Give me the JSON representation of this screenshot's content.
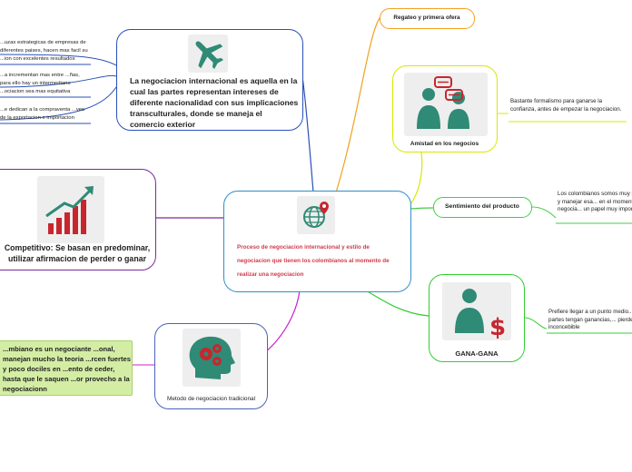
{
  "central": {
    "text": "Proceso de negociacion internacional y estilo de negociacion que tienen los colombianos al momento de realizar una negociacion",
    "icon": "globe-location-icon"
  },
  "topics": {
    "intro": {
      "text": "La negociacion internacional es aquella en la cual las partes representan intereses de diferente nacionalidad con sus implicaciones transculturales, donde se maneja el comercio exterior",
      "icon": "airplane-icon"
    },
    "competitive": {
      "text": "Competitivo: Se basan en predominar, utilizar afirmacion de perder o ganar",
      "icon": "bar-chart-growth-icon"
    },
    "traditional": {
      "text": "Metodo de negociacion tradicional",
      "icon": "head-gears-icon"
    },
    "haggle": {
      "text": "Regateo y primera ofera"
    },
    "friendship": {
      "text": "Amistad en los negocios",
      "icon": "people-chat-icon"
    },
    "feeling": {
      "text": "Sentimiento del producto"
    },
    "win": {
      "text": "GANA-GANA",
      "icon": "person-dollar-icon"
    }
  },
  "subtopics": {
    "left_1": "...uzas estrategicas de empresas de diferentes paises, hacen mas facil su ...ion con excelentes resultados",
    "left_2": "...a incrementan mas entre ...ñas, para ello hay un intermediario ...ociacion sea mas equitativa",
    "left_3": "...e dedican a la compraventa ...ves de la exportacion e importacion",
    "colombian": "...mbiano es un negociante ...onal, manejan mucho la teoria ...rcen fuertes y poco dociles en ...ento de ceder, hasta que le saquen ...or provecho a la negociacionn",
    "friendship_note": "Bastante formalismo para ganarse la confianza, antes de empezar la negociacion.",
    "feeling_note": "Los colombianos somos muy sentimentales y manejar esa... en el momento de la negocia... un papel muy importante",
    "win_note": "Prefiere llegar a un punto medio... ambas partes tengan ganancias,... pierden eso es inconcebible"
  },
  "colors": {
    "central_border": "#2e8fc8",
    "intro_border": "#2a50b8",
    "competitive_border": "#7a2a9a",
    "traditional_border": "#4a63b8",
    "haggle_line": "#f2a020",
    "friendship_line": "#d8e800",
    "feeling_line": "#44cc44",
    "win_line": "#33cc33",
    "traditional_line": "#cc22cc",
    "icon_teal": "#2f8a76",
    "icon_red": "#c8262e",
    "central_text": "#d23a4a",
    "colombian_bg": "#d4eda5"
  }
}
